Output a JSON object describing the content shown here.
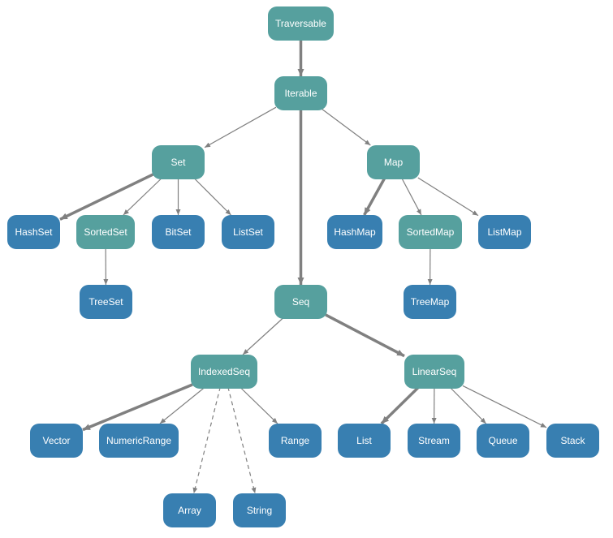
{
  "colors": {
    "trait": "#56a09e",
    "concrete": "#387fb1",
    "edge": "#808080"
  },
  "nodes": [
    {
      "id": "traversable",
      "label": "Traversable",
      "kind": "trait"
    },
    {
      "id": "iterable",
      "label": "Iterable",
      "kind": "trait"
    },
    {
      "id": "set",
      "label": "Set",
      "kind": "trait"
    },
    {
      "id": "map",
      "label": "Map",
      "kind": "trait"
    },
    {
      "id": "seq",
      "label": "Seq",
      "kind": "trait"
    },
    {
      "id": "hashset",
      "label": "HashSet",
      "kind": "concrete"
    },
    {
      "id": "sortedset",
      "label": "SortedSet",
      "kind": "trait"
    },
    {
      "id": "bitset",
      "label": "BitSet",
      "kind": "concrete"
    },
    {
      "id": "listset",
      "label": "ListSet",
      "kind": "concrete"
    },
    {
      "id": "treeset",
      "label": "TreeSet",
      "kind": "concrete"
    },
    {
      "id": "hashmap",
      "label": "HashMap",
      "kind": "concrete"
    },
    {
      "id": "sortedmap",
      "label": "SortedMap",
      "kind": "trait"
    },
    {
      "id": "listmap",
      "label": "ListMap",
      "kind": "concrete"
    },
    {
      "id": "treemap",
      "label": "TreeMap",
      "kind": "concrete"
    },
    {
      "id": "indexedseq",
      "label": "IndexedSeq",
      "kind": "trait"
    },
    {
      "id": "linearseq",
      "label": "LinearSeq",
      "kind": "trait"
    },
    {
      "id": "vector",
      "label": "Vector",
      "kind": "concrete"
    },
    {
      "id": "numericrange",
      "label": "NumericRange",
      "kind": "concrete"
    },
    {
      "id": "range",
      "label": "Range",
      "kind": "concrete"
    },
    {
      "id": "array",
      "label": "Array",
      "kind": "concrete"
    },
    {
      "id": "string",
      "label": "String",
      "kind": "concrete"
    },
    {
      "id": "list",
      "label": "List",
      "kind": "concrete"
    },
    {
      "id": "stream",
      "label": "Stream",
      "kind": "concrete"
    },
    {
      "id": "queue",
      "label": "Queue",
      "kind": "concrete"
    },
    {
      "id": "stack",
      "label": "Stack",
      "kind": "concrete"
    }
  ],
  "edges": [
    {
      "from": "traversable",
      "to": "iterable",
      "style": "thick"
    },
    {
      "from": "iterable",
      "to": "set",
      "style": "thin"
    },
    {
      "from": "iterable",
      "to": "map",
      "style": "thin"
    },
    {
      "from": "iterable",
      "to": "seq",
      "style": "thick"
    },
    {
      "from": "set",
      "to": "hashset",
      "style": "thick"
    },
    {
      "from": "set",
      "to": "sortedset",
      "style": "thin"
    },
    {
      "from": "set",
      "to": "bitset",
      "style": "thin"
    },
    {
      "from": "set",
      "to": "listset",
      "style": "thin"
    },
    {
      "from": "sortedset",
      "to": "treeset",
      "style": "thin"
    },
    {
      "from": "map",
      "to": "hashmap",
      "style": "thick"
    },
    {
      "from": "map",
      "to": "sortedmap",
      "style": "thin"
    },
    {
      "from": "map",
      "to": "listmap",
      "style": "thin"
    },
    {
      "from": "sortedmap",
      "to": "treemap",
      "style": "thin"
    },
    {
      "from": "seq",
      "to": "indexedseq",
      "style": "thin"
    },
    {
      "from": "seq",
      "to": "linearseq",
      "style": "thick"
    },
    {
      "from": "indexedseq",
      "to": "vector",
      "style": "thick"
    },
    {
      "from": "indexedseq",
      "to": "numericrange",
      "style": "thin"
    },
    {
      "from": "indexedseq",
      "to": "range",
      "style": "thin"
    },
    {
      "from": "indexedseq",
      "to": "array",
      "style": "dashed"
    },
    {
      "from": "indexedseq",
      "to": "string",
      "style": "dashed"
    },
    {
      "from": "linearseq",
      "to": "list",
      "style": "thick"
    },
    {
      "from": "linearseq",
      "to": "stream",
      "style": "thin"
    },
    {
      "from": "linearseq",
      "to": "queue",
      "style": "thin"
    },
    {
      "from": "linearseq",
      "to": "stack",
      "style": "thin"
    }
  ]
}
